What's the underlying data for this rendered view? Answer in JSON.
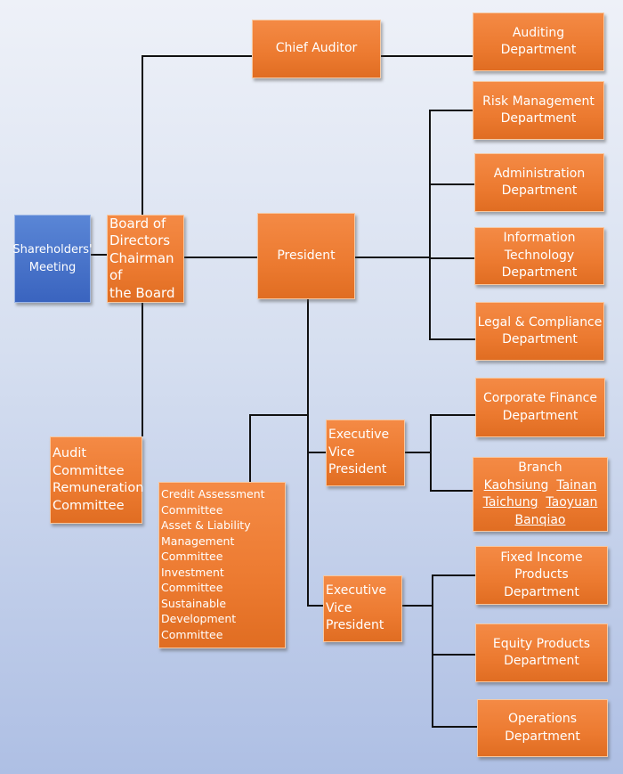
{
  "shareholders": "Shareholders' Meeting",
  "board": [
    "Board of",
    "Directors",
    "Chairman of",
    "the Board"
  ],
  "chief_auditor": "Chief Auditor",
  "auditing": [
    "Auditing",
    "Department"
  ],
  "president": "President",
  "risk": [
    "Risk Management",
    "Department"
  ],
  "admin": [
    "Administration",
    "Department"
  ],
  "it": [
    "Information",
    "Technology",
    "Department"
  ],
  "legal": [
    "Legal & Compliance",
    "Department"
  ],
  "audit_committee": [
    "Audit",
    "Committee",
    "Remuneration",
    "Committee"
  ],
  "committees": [
    "Credit Assessment",
    "Committee",
    "Asset & Liability",
    "Management",
    "Committee",
    "Investment",
    "Committee",
    "Sustainable",
    "Development",
    "Committee"
  ],
  "evp1": [
    "Executive",
    "Vice",
    "President"
  ],
  "evp2": [
    "Executive",
    "Vice",
    "President"
  ],
  "corp_finance": [
    "Corporate Finance",
    "Department"
  ],
  "branch": {
    "title": "Branch",
    "links": [
      "Kaohsiung",
      "Tainan",
      "Taichung",
      "Taoyuan",
      "Banqiao"
    ]
  },
  "fixed_income": [
    "Fixed Income",
    "Products",
    "Department"
  ],
  "equity": [
    "Equity Products",
    "Department"
  ],
  "operations": [
    "Operations",
    "Department"
  ]
}
